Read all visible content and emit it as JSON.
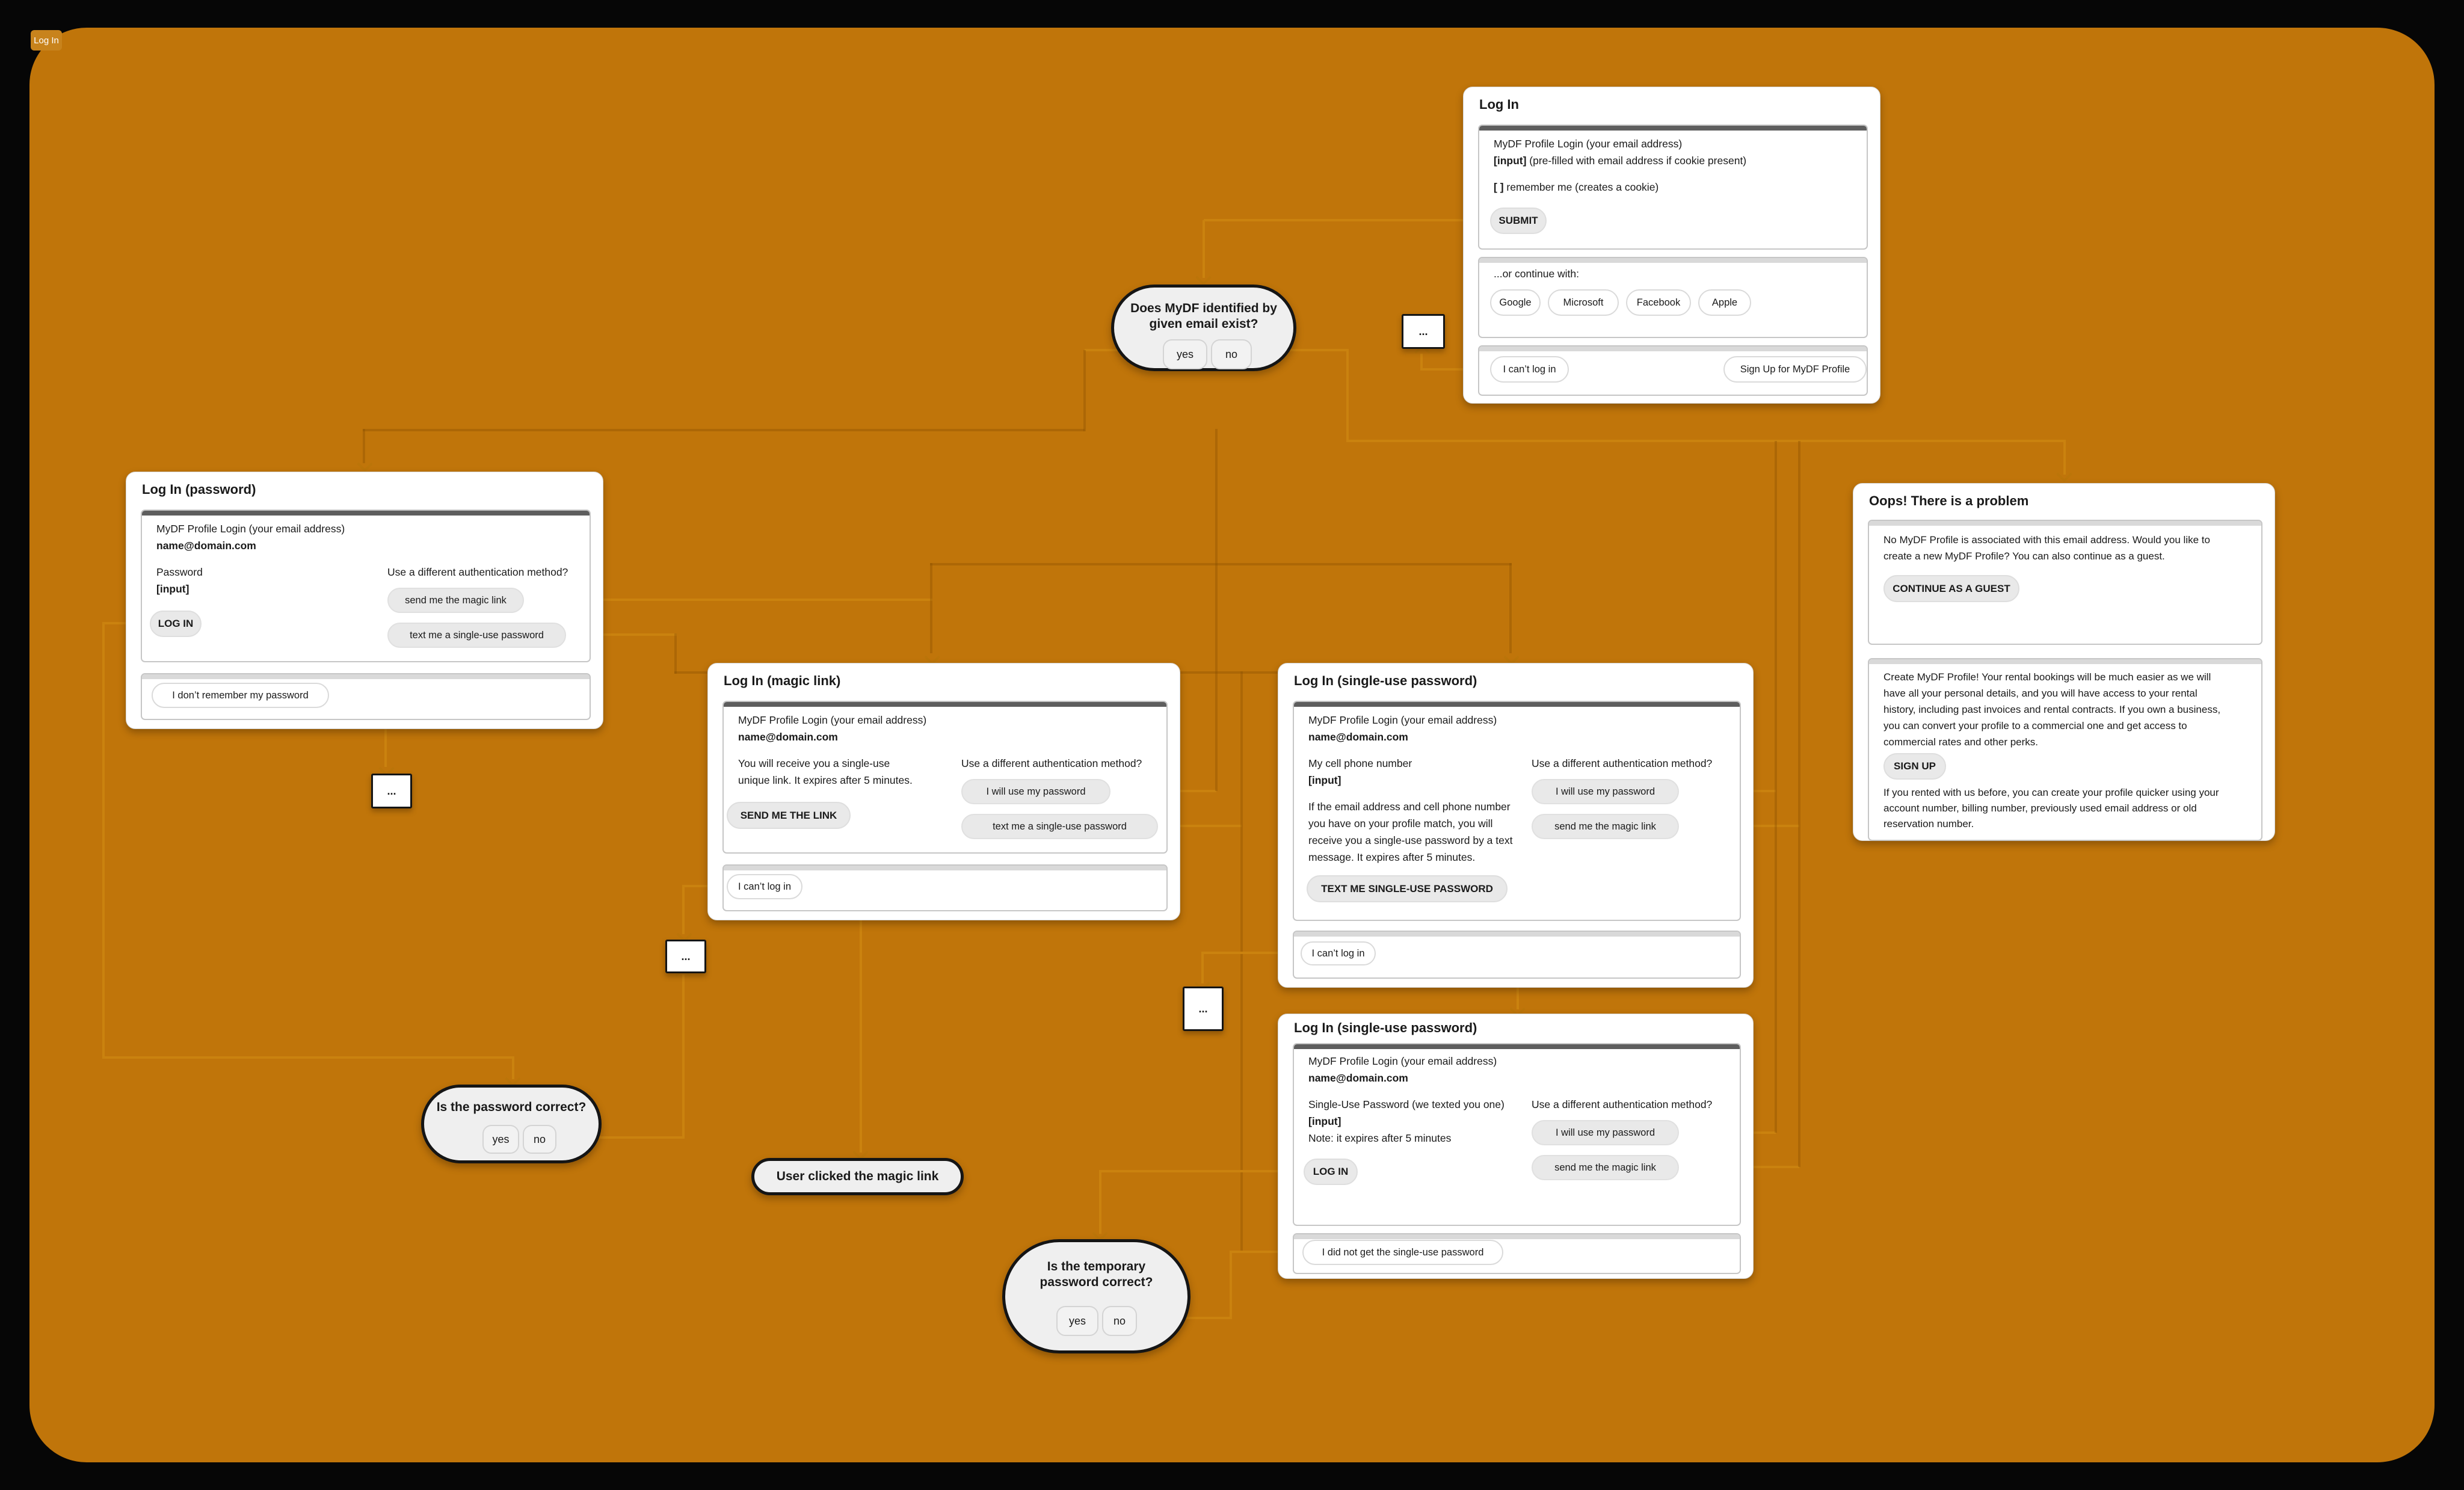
{
  "frame": {
    "label": "Log In"
  },
  "colors": {
    "canvas": "#C0750A",
    "connector": "#CA820F",
    "node_border": "#151515",
    "card_bg": "#FFFFFF",
    "section_dark_bar": "#5E5E5E",
    "section_light_bar": "#D9D9D9",
    "button_gray": "#E9E9E9"
  },
  "ellipsis": "...",
  "cards": {
    "login": {
      "title": "Log In",
      "email_label": "MyDF Profile Login (your email address)",
      "input_bold": "[input]",
      "input_note": " (pre-filled with email address if cookie present)",
      "remember_bold": "[ ]",
      "remember_note": " remember me (creates a cookie)",
      "submit": "SUBMIT",
      "continue_label": "...or continue with:",
      "providers": [
        "Google",
        "Microsoft",
        "Facebook",
        "Apple"
      ],
      "cant_login": "I can’t log in",
      "signup": "Sign Up for MyDF Profile"
    },
    "password": {
      "title": "Log In (password)",
      "email_label": "MyDF Profile Login (your email address)",
      "email_value": "name@domain.com",
      "password_label": "Password",
      "input_bold": "[input]",
      "login": "LOG IN",
      "alt_label": "Use a different authentication method?",
      "alt1": "send me the magic link",
      "alt2": "text me a single-use password",
      "forgot": "I don’t remember my password"
    },
    "magic": {
      "title": "Log In (magic link)",
      "email_label": "MyDF Profile Login (your email address)",
      "email_value": "name@domain.com",
      "info1": "You will receive you a single-use",
      "info2": "unique link. It expires after 5 minutes.",
      "send": "SEND ME THE LINK",
      "alt_label": "Use a different authentication method?",
      "alt1": "I will use my password",
      "alt2": "text me a single-use password",
      "cant_login": "I can’t log in"
    },
    "sup1": {
      "title": "Log In (single-use password)",
      "email_label": "MyDF Profile Login (your email address)",
      "email_value": "name@domain.com",
      "phone_label": "My cell phone number",
      "input_bold": "[input]",
      "info1": "If the email address and cell phone number",
      "info2": "you have on your profile match, you will",
      "info3": "receive you a single-use password by a text",
      "info4": "message. It expires after 5 minutes.",
      "text_me": "TEXT ME SINGLE-USE PASSWORD",
      "alt_label": "Use a different authentication method?",
      "alt1": "I will use my password",
      "alt2": "send me the magic link",
      "cant_login": "I can’t log in"
    },
    "sup2": {
      "title": "Log In (single-use password)",
      "email_label": "MyDF Profile Login (your email address)",
      "email_value": "name@domain.com",
      "sup_label": "Single-Use Password (we texted you one)",
      "input_bold": "[input]",
      "note": "Note: it expires after 5 minutes",
      "login": "LOG IN",
      "alt_label": "Use a different authentication method?",
      "alt1": "I will use my password",
      "alt2": "send me the magic link",
      "didnt_get": "I did not get the single-use password"
    },
    "oops": {
      "title": "Oops! There is a problem",
      "p1a": "No MyDF Profile is associated with this email address. Would you like to",
      "p1b": "create a new MyDF Profile? You can also continue as a guest.",
      "guest": "CONTINUE AS A GUEST",
      "p2a": "Create MyDF Profile! Your rental bookings will be much easier as we will",
      "p2b": "have all your personal details, and you will have access to your rental",
      "p2c": "history, including past invoices and rental contracts. If you own a business,",
      "p2d": "you can convert your profile to a commercial one and get access to",
      "p2e": "commercial rates and other perks.",
      "signup": "SIGN UP",
      "p3a": "If you rented with us before, you can create your profile quicker using your",
      "p3b": "account number, billing number, previously used email address or old",
      "p3c": "reservation number."
    }
  },
  "decisions": {
    "email_exists": {
      "line1": "Does MyDF identified by",
      "line2": "given email exist?",
      "yes": "yes",
      "no": "no"
    },
    "password_correct": {
      "line1": "Is the password correct?",
      "yes": "yes",
      "no": "no"
    },
    "temp_correct": {
      "line1": "Is the temporary",
      "line2": "password correct?",
      "yes": "yes",
      "no": "no"
    }
  },
  "notes": {
    "magic_clicked": "User clicked the magic link"
  }
}
